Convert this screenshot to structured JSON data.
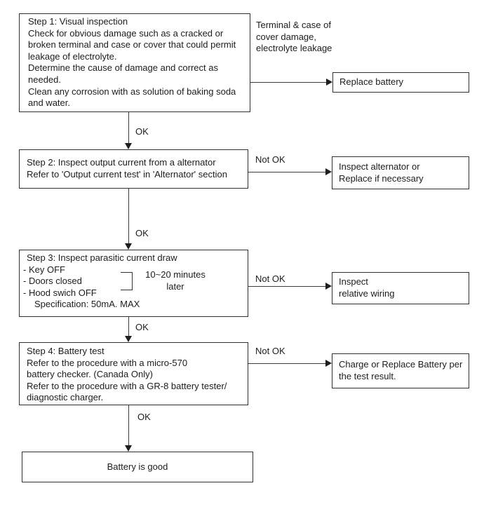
{
  "flowchart": {
    "step1": {
      "text": "Step 1: Visual inspection\nCheck for obvious damage such as a cracked or\nbroken terminal and case or cover that could permit\nleakage of electrolyte.\nDetermine the cause of damage and correct as\nneeded.\nClean any corrosion with as solution of baking soda\nand water."
    },
    "side_note": "Terminal & case of\ncover damage,\nelectrolyte leakage",
    "replace_battery": "Replace battery",
    "step2": {
      "text": "Step 2: Inspect output current from a alternator\nRefer to 'Output current test' in 'Alternator' section"
    },
    "inspect_alternator": "Inspect alternator or\nReplace if necessary",
    "step3": {
      "title": "Step 3: Inspect parasitic current draw",
      "items": [
        "- Key OFF",
        "- Doors closed",
        "- Hood swich OFF"
      ],
      "specification": "Specification: 50mA. MAX",
      "duration_note": "10~20 minutes\nlater"
    },
    "inspect_wiring": "Inspect\nrelative wiring",
    "step4": {
      "text": "Step 4: Battery test\nRefer to the procedure with a micro-570\nbattery checker. (Canada Only)\nRefer to the procedure with a GR-8 battery tester/\ndiagnostic charger."
    },
    "charge_replace": "Charge or Replace Battery per\nthe test result.",
    "battery_good": "Battery is good",
    "labels": {
      "ok": "OK",
      "not_ok": "Not OK"
    }
  },
  "colors": {
    "background": "#ffffff",
    "line": "#3c3c3c",
    "border": "#2f2f2f",
    "text": "#1c1c1c"
  }
}
